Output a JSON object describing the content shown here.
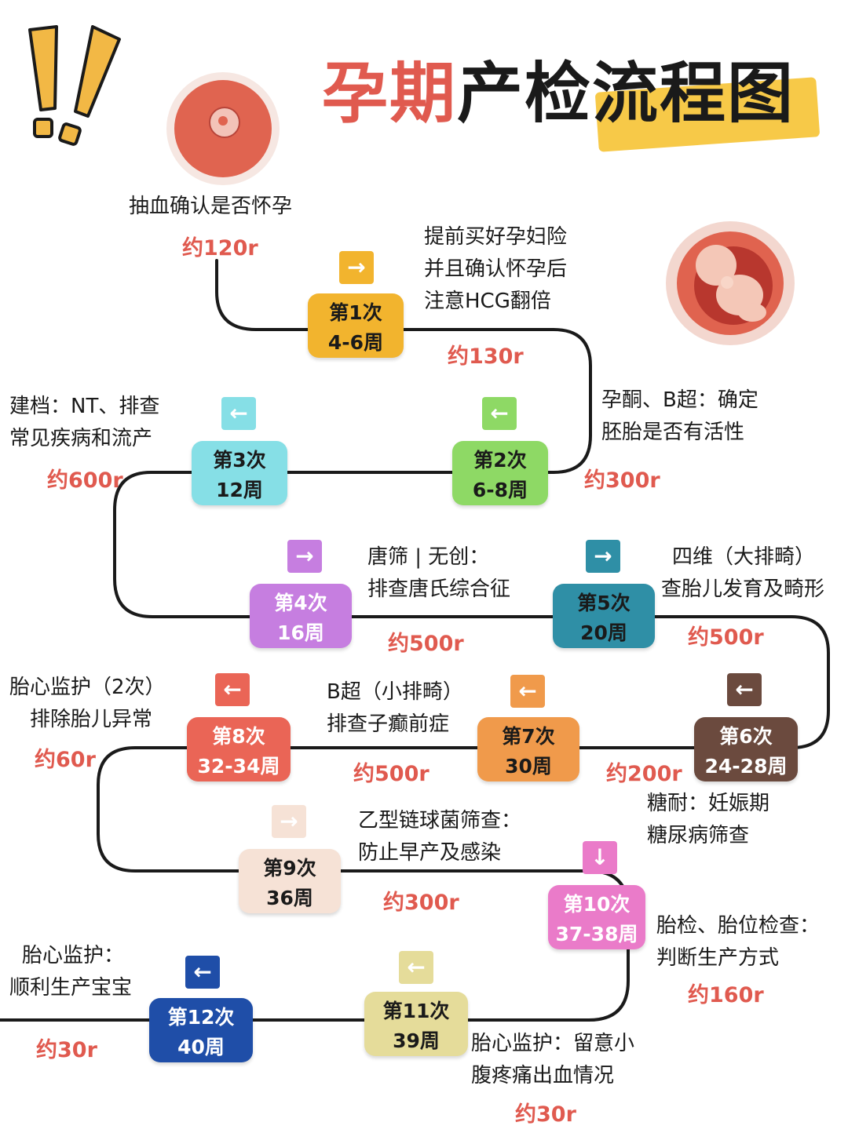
{
  "title": {
    "highlight": "孕期",
    "rest": "产检流程图"
  },
  "intro": {
    "note": "抽血确认是否怀孕",
    "cost": "约120r"
  },
  "visits": [
    {
      "id": "v1",
      "num": "第1次",
      "weeks": "4-6周",
      "color": "#f2b42e",
      "arrow": "→",
      "note": [
        "提前买好孕妇险",
        "并且确认怀孕后",
        "注意HCG翻倍"
      ],
      "cost": "约130r"
    },
    {
      "id": "v2",
      "num": "第2次",
      "weeks": "6-8周",
      "color": "#8ed965",
      "arrow": "←",
      "note": [
        "孕酮、B超：确定",
        "胚胎是否有活性"
      ],
      "cost": "约300r"
    },
    {
      "id": "v3",
      "num": "第3次",
      "weeks": "12周",
      "color": "#86dfe6",
      "arrow": "←",
      "note": [
        "建档：NT、排查",
        "常见疾病和流产"
      ],
      "cost": "约600r"
    },
    {
      "id": "v4",
      "num": "第4次",
      "weeks": "16周",
      "color": "#c67ee0",
      "arrow": "→",
      "note": [
        "唐筛 | 无创：",
        "排查唐氏综合征"
      ],
      "cost": "约500r"
    },
    {
      "id": "v5",
      "num": "第5次",
      "weeks": "20周",
      "color": "#2f8fa6",
      "arrow": "→",
      "note": [
        "四维（大排畸）",
        "查胎儿发育及畸形"
      ],
      "cost": "约500r"
    },
    {
      "id": "v6",
      "num": "第6次",
      "weeks": "24-28周",
      "color": "#6b4a3e",
      "arrow": "←",
      "note": [
        "糖耐：妊娠期",
        "糖尿病筛查"
      ],
      "cost": "约200r"
    },
    {
      "id": "v7",
      "num": "第7次",
      "weeks": "30周",
      "color": "#f09a4b",
      "arrow": "←",
      "note": [
        "B超（小排畸）",
        "排查子癫前症"
      ],
      "cost": "约500r"
    },
    {
      "id": "v8",
      "num": "第8次",
      "weeks": "32-34周",
      "color": "#ea6556",
      "arrow": "←",
      "note": [
        "胎心监护（2次）",
        "排除胎儿异常"
      ],
      "cost": "约60r"
    },
    {
      "id": "v9",
      "num": "第9次",
      "weeks": "36周",
      "color": "#f6e2d6",
      "arrow": "→",
      "note": [
        "乙型链球菌筛查：",
        "防止早产及感染"
      ],
      "cost": "约300r"
    },
    {
      "id": "v10",
      "num": "第10次",
      "weeks": "37-38周",
      "color": "#ea7bc9",
      "arrow": "↓",
      "note": [
        "胎检、胎位检查：",
        "判断生产方式"
      ],
      "cost": "约160r"
    },
    {
      "id": "v11",
      "num": "第11次",
      "weeks": "39周",
      "color": "#e5dc9a",
      "arrow": "←",
      "note": [
        "胎心监护：留意小",
        "腹疼痛出血情况"
      ],
      "cost": "约30r"
    },
    {
      "id": "v12",
      "num": "第12次",
      "weeks": "40周",
      "color": "#1f4ea8",
      "arrow": "←",
      "note": [
        "胎心监护：",
        "顺利生产宝宝"
      ],
      "cost": "约30r"
    }
  ],
  "colors": {
    "accent_red": "#e05a4f",
    "highlight_yellow": "#f7c948",
    "path": "#1a1a1a"
  },
  "icons": {
    "exclamation": "double-exclamation-icon",
    "cell": "fertilized-egg-icon",
    "fetus": "fetus-in-womb-icon"
  }
}
